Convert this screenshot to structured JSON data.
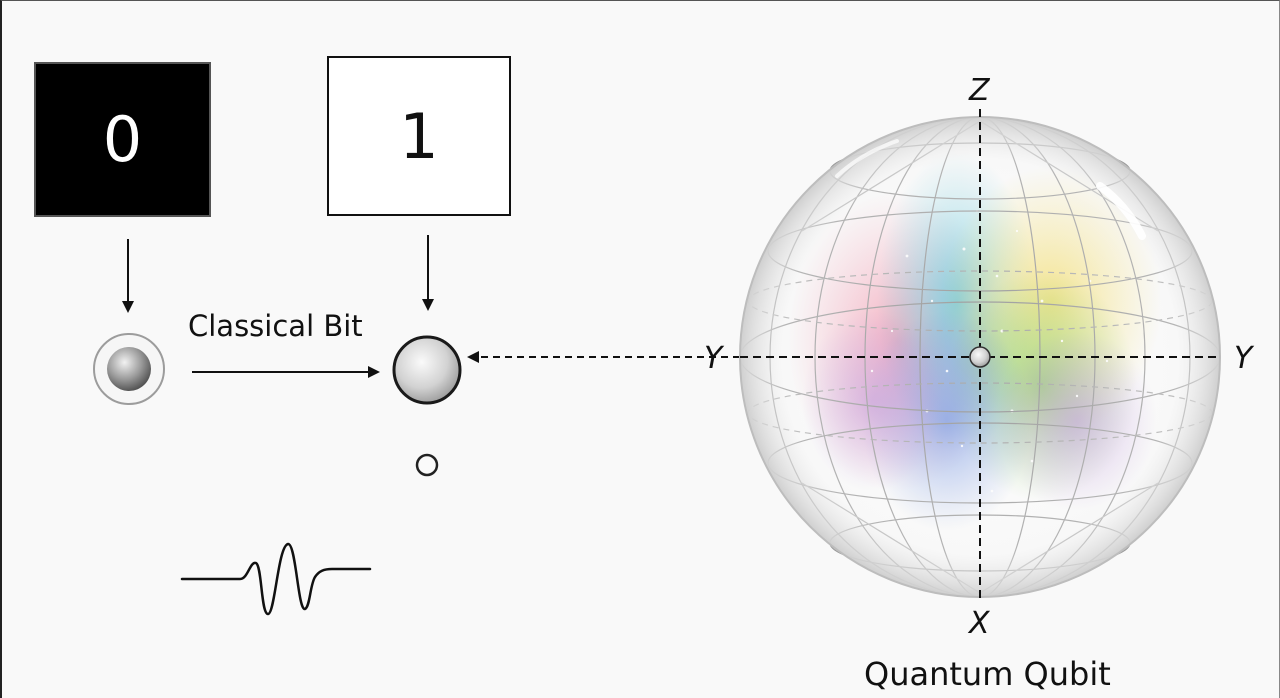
{
  "classical": {
    "bit_zero": "0",
    "bit_one": "1",
    "label": "Classical Bit"
  },
  "quantum": {
    "label": "Quantum Qubit",
    "axes": {
      "z": "Z",
      "x": "X",
      "y_left": "Y",
      "y_right": "Y"
    }
  },
  "colors": {
    "stroke": "#111111",
    "grid": "#9a9a9a",
    "box_dark": "#000000"
  }
}
